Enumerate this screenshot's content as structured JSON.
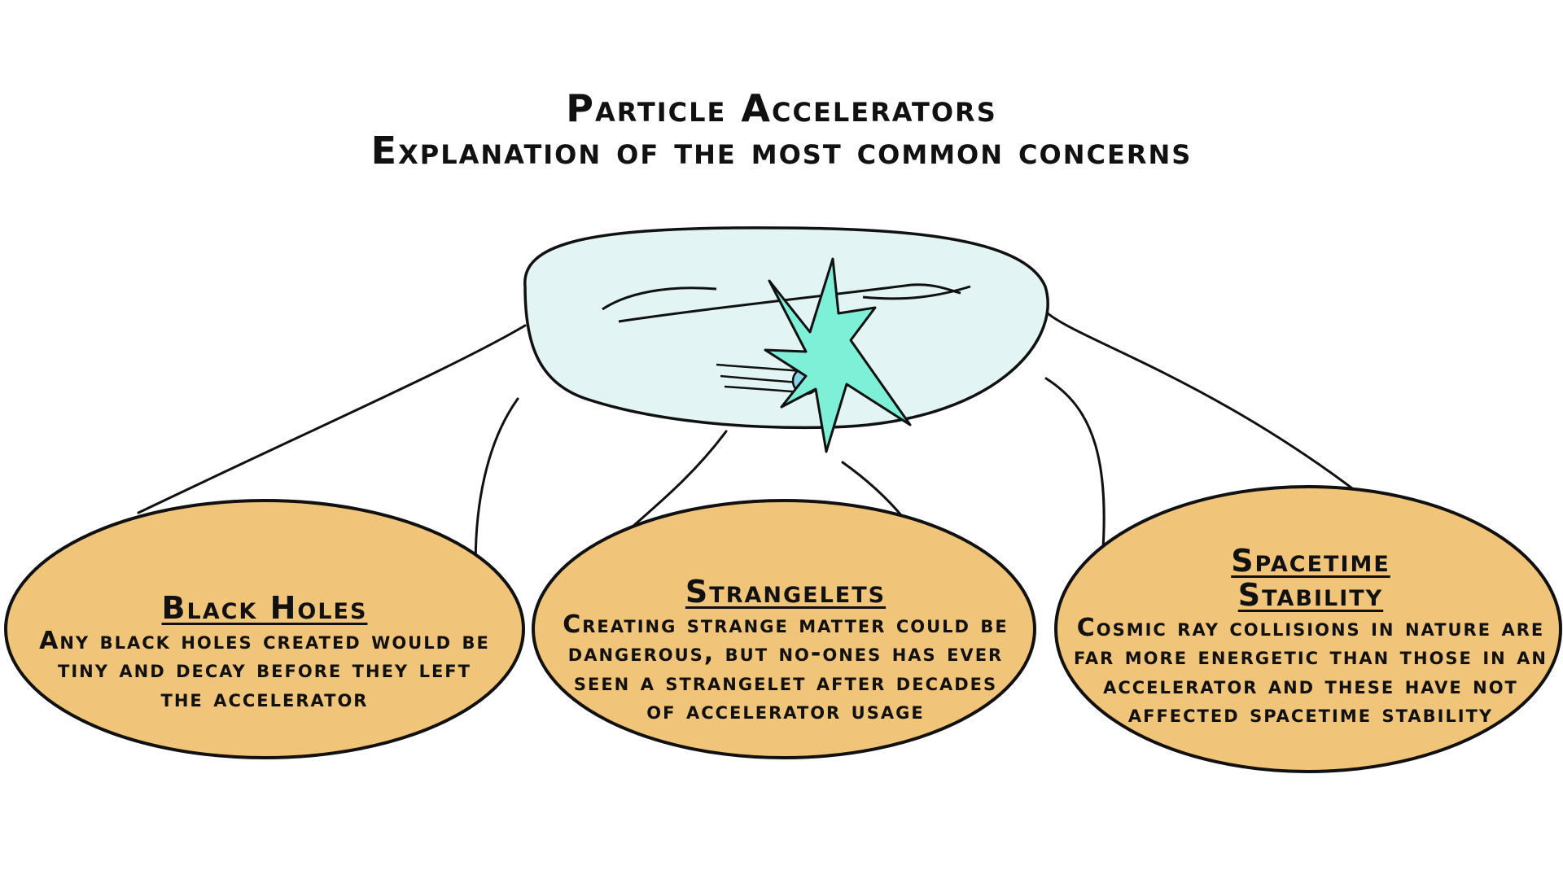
{
  "title": {
    "line1": "Particle Accelerators",
    "line2": "Explanation of the most common concerns"
  },
  "colors": {
    "ring_fill": "#e3f4f4",
    "spark_fill": "#7ff0d8",
    "spark_core": "#87d3e8",
    "bubble_fill": "#f1c579",
    "outline": "#111111"
  },
  "concerns": [
    {
      "heading": "Black Holes",
      "body": "Any black holes created would be tiny and decay before they left the accelerator"
    },
    {
      "heading": "Strangelets",
      "body": "Creating strange matter could be dangerous, but no-ones has ever seen a strangelet after decades of accelerator usage"
    },
    {
      "heading_line1": "Spacetime",
      "heading_line2": "Stability",
      "body": "Cosmic ray collisions in nature are far more energetic than those in an accelerator and these have not affected spacetime stability"
    }
  ]
}
